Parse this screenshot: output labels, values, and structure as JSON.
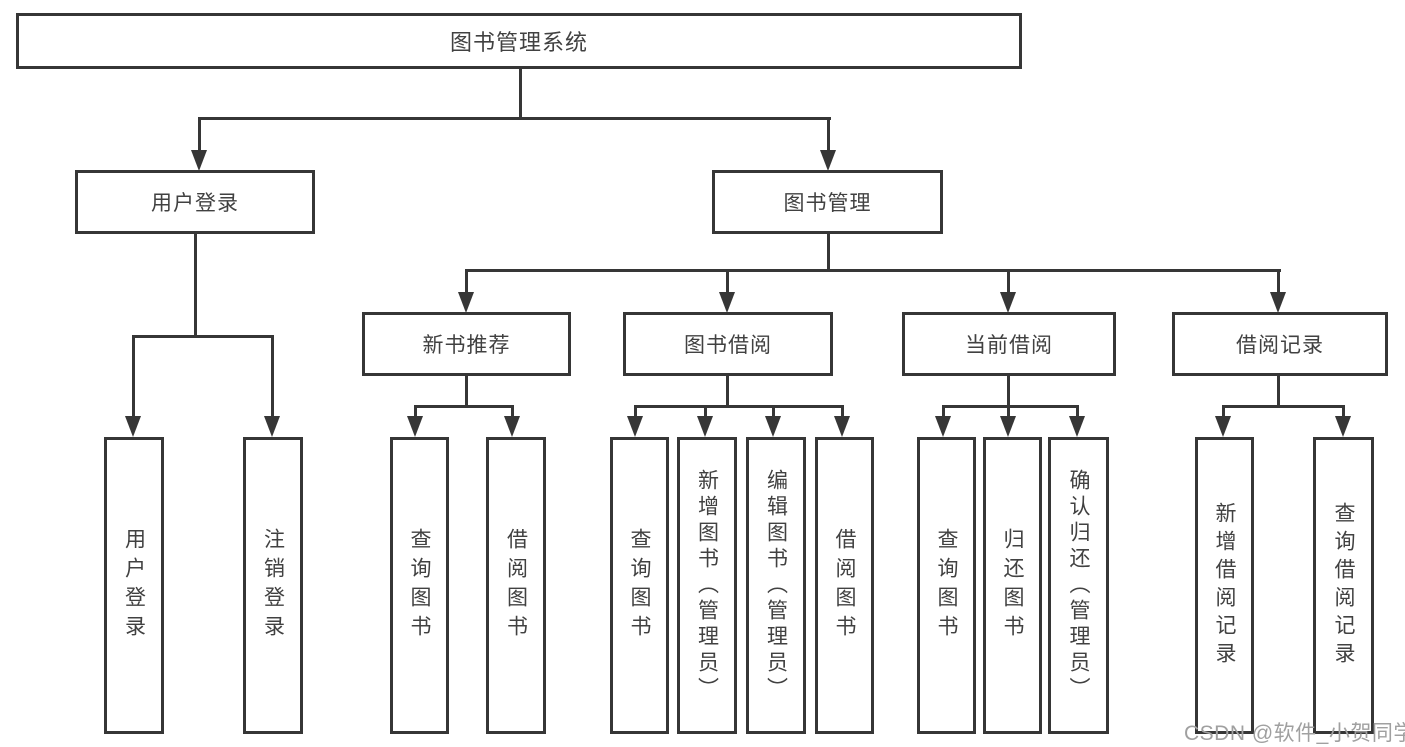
{
  "diagram": {
    "title_node": "图书管理系统",
    "level2": [
      "用户登录",
      "图书管理"
    ],
    "level3": [
      "新书推荐",
      "图书借阅",
      "当前借阅",
      "借阅记录"
    ],
    "leaves": {
      "user_login": [
        "用户登录",
        "注销登录"
      ],
      "new_book": [
        "查询图书",
        "借阅图书"
      ],
      "book_borrow": [
        "查询图书",
        "新增图书（管理员）",
        "编辑图书（管理员）",
        "借阅图书"
      ],
      "current_borrow": [
        "查询图书",
        "归还图书",
        "确认归还（管理员）"
      ],
      "borrow_record": [
        "新增借阅记录",
        "查询借阅记录"
      ]
    },
    "watermark": "CSDN @软件_小贺同学",
    "colors": {
      "line": "#363636",
      "text": "#414141",
      "watermark": "#a0a0a0",
      "background": "#ffffff"
    }
  }
}
